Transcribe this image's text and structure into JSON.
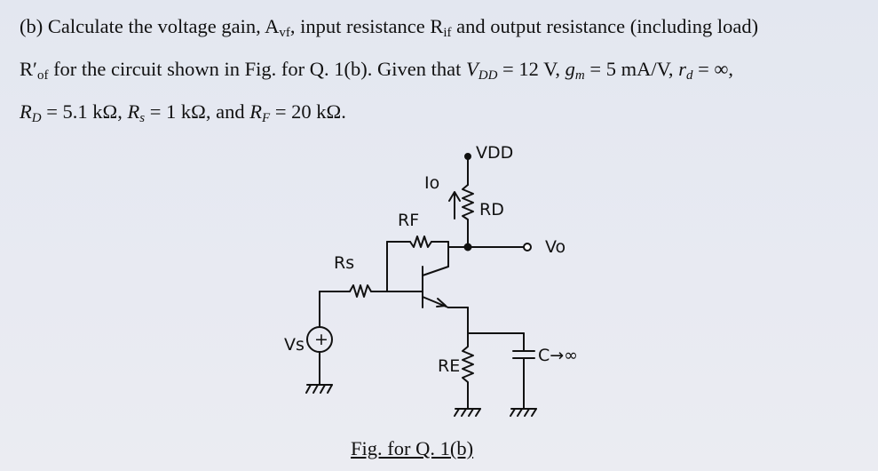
{
  "question": {
    "line1_pre": "(b) Calculate the voltage gain, A",
    "line1_sub1": "vf",
    "line1_mid": ", input resistance R",
    "line1_sub2": "if",
    "line1_post": " and output resistance (including load)",
    "line2_pre": "R′",
    "line2_sub1": "of",
    "line2_text": " for the circuit shown in Fig. for Q. 1(b). Given that ",
    "line2_vdd": "V",
    "line2_vdd_sub": "DD",
    "line2_vdd_val": " = 12 V, ",
    "line2_gm": "g",
    "line2_gm_sub": "m",
    "line2_gm_val": " = 5 mA/V, ",
    "line2_rd": "r",
    "line2_rd_sub": "d",
    "line2_rd_val": " = ∞,",
    "line3_rd": "R",
    "line3_rd_sub": "D",
    "line3_rd_val": " = 5.1 kΩ, ",
    "line3_rs": "R",
    "line3_rs_sub": "s",
    "line3_rs_val": " = 1 kΩ, and ",
    "line3_rf": "R",
    "line3_rf_sub": "F",
    "line3_rf_val": " = 20 kΩ."
  },
  "figure": {
    "label_vdd": "VDD",
    "label_rd": "RD",
    "label_rf": "RF",
    "label_io": "Io",
    "label_vo": "Vo",
    "label_rs": "Rs",
    "label_vs": "Vs",
    "label_source_sign": "+",
    "label_re": "RE",
    "label_c": "C→∞",
    "caption": "Fig. for Q. 1(b)"
  }
}
